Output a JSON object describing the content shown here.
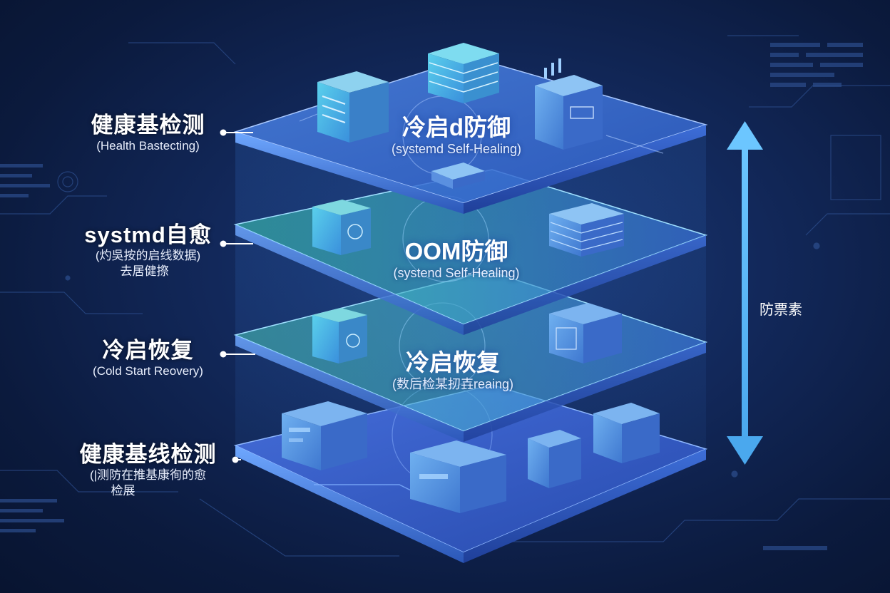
{
  "left_labels": [
    {
      "title": "健康基检测",
      "subtitle": "(Health Bastecting)"
    },
    {
      "title": "systmd自愈",
      "subtitle": "(灼吳按的启线数据)",
      "subtitle2": "去居健摖"
    },
    {
      "title": "冷启恢复",
      "subtitle": "(Cold Start Reovery)"
    },
    {
      "title": "健康基线检测",
      "subtitle": "(|测防在推基康徇的愈",
      "subtitle2": "检展"
    }
  ],
  "layer_labels": [
    {
      "title": "冷启d防御",
      "subtitle": "(systemd Self-Healing)"
    },
    {
      "title": "OOM防御",
      "subtitle": "(systend Self-Healing)"
    },
    {
      "title": "冷启恢复",
      "subtitle": "(数后检某扨壵reaing)"
    }
  ],
  "side_label": "防票素",
  "colors": {
    "background": "#0b1a3d",
    "layer_top": "#3f7de0",
    "layer_mid": "#3aa8c8",
    "layer_low": "#4a90d8",
    "layer_base": "#3a6ad8",
    "arrow": "#5db8f5"
  }
}
